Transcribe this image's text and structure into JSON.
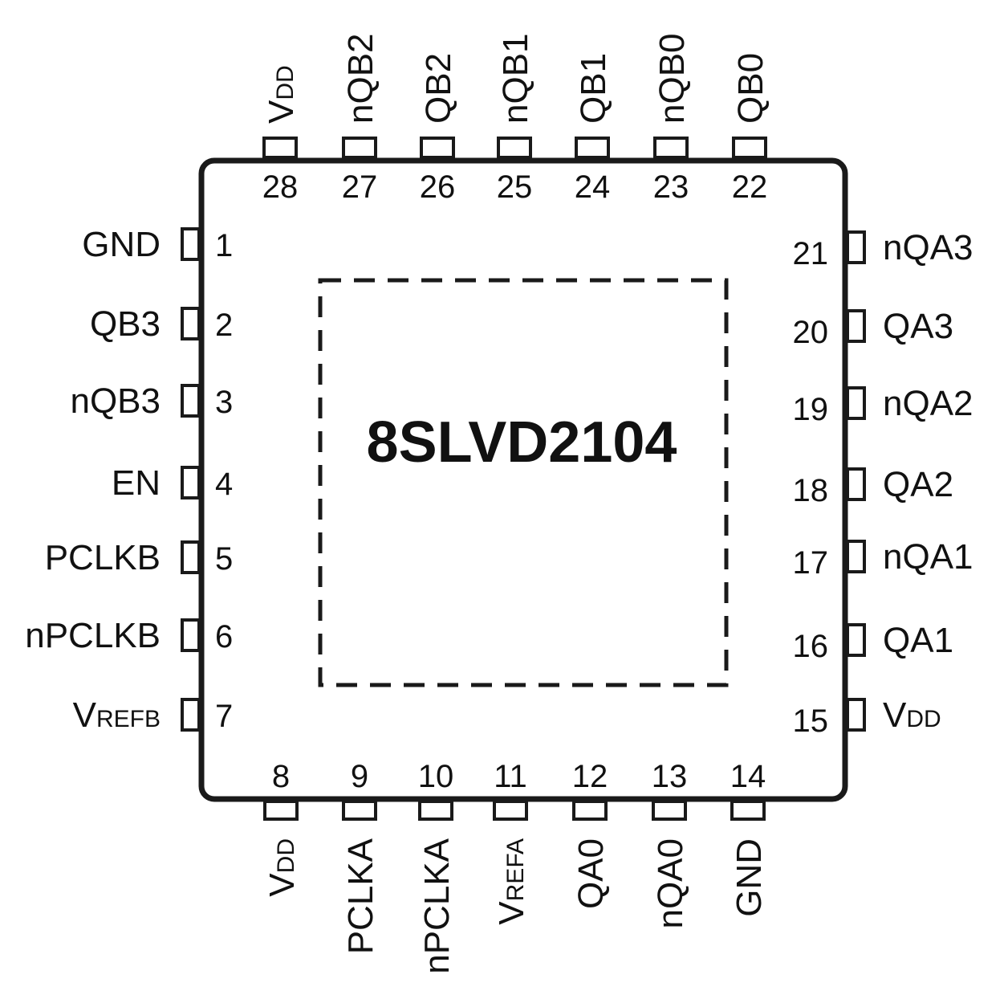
{
  "chip": {
    "name": "8SLVD2104"
  },
  "pins": {
    "left": [
      {
        "num": "1",
        "name": "GND",
        "sub": ""
      },
      {
        "num": "2",
        "name": "QB3",
        "sub": ""
      },
      {
        "num": "3",
        "name": "nQB3",
        "sub": ""
      },
      {
        "num": "4",
        "name": "EN",
        "sub": ""
      },
      {
        "num": "5",
        "name": "PCLKB",
        "sub": ""
      },
      {
        "num": "6",
        "name": "nPCLKB",
        "sub": ""
      },
      {
        "num": "7",
        "name": "V",
        "sub": "REFB"
      }
    ],
    "bottom": [
      {
        "num": "8",
        "name": "V",
        "sub": "DD"
      },
      {
        "num": "9",
        "name": "PCLKA",
        "sub": ""
      },
      {
        "num": "10",
        "name": "nPCLKA",
        "sub": ""
      },
      {
        "num": "11",
        "name": "V",
        "sub": "REFA"
      },
      {
        "num": "12",
        "name": "QA0",
        "sub": ""
      },
      {
        "num": "13",
        "name": "nQA0",
        "sub": ""
      },
      {
        "num": "14",
        "name": "GND",
        "sub": ""
      }
    ],
    "right": [
      {
        "num": "15",
        "name": "V",
        "sub": "DD"
      },
      {
        "num": "16",
        "name": "QA1",
        "sub": ""
      },
      {
        "num": "17",
        "name": "nQA1",
        "sub": ""
      },
      {
        "num": "18",
        "name": "QA2",
        "sub": ""
      },
      {
        "num": "19",
        "name": "nQA2",
        "sub": ""
      },
      {
        "num": "20",
        "name": "QA3",
        "sub": ""
      },
      {
        "num": "21",
        "name": "nQA3",
        "sub": ""
      }
    ],
    "top": [
      {
        "num": "22",
        "name": "QB0",
        "sub": ""
      },
      {
        "num": "23",
        "name": "nQB0",
        "sub": ""
      },
      {
        "num": "24",
        "name": "QB1",
        "sub": ""
      },
      {
        "num": "25",
        "name": "nQB1",
        "sub": ""
      },
      {
        "num": "26",
        "name": "QB2",
        "sub": ""
      },
      {
        "num": "27",
        "name": "nQB2",
        "sub": ""
      },
      {
        "num": "28",
        "name": "V",
        "sub": "DD"
      }
    ]
  }
}
